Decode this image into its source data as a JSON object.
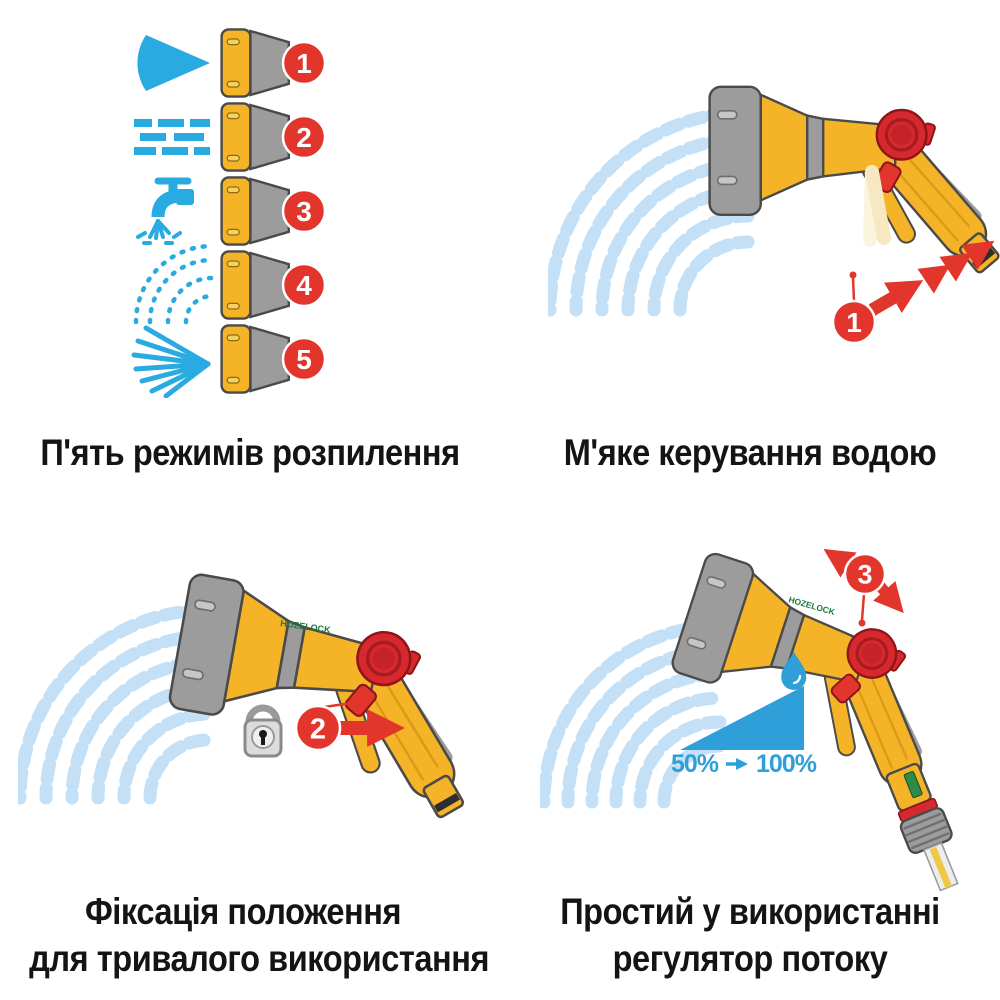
{
  "colors": {
    "product_yellow": "#F5B327",
    "product_gray": "#9C9C9C",
    "accent_red": "#E2352B",
    "icon_blue": "#29ABE2",
    "water_blue": "#C3E0F6",
    "flow_blue": "#2E9FD8",
    "caption_text": "#141414",
    "brand_green": "#1E7A3C"
  },
  "brand_label": "HOZELOCK",
  "quadrants": {
    "spray_modes": {
      "caption": "П'ять режимів розпилення",
      "modes": [
        {
          "number": "1",
          "icon": "jet-spray-icon"
        },
        {
          "number": "2",
          "icon": "flat-spray-icon"
        },
        {
          "number": "3",
          "icon": "tap-fill-icon"
        },
        {
          "number": "4",
          "icon": "mist-spray-icon"
        },
        {
          "number": "5",
          "icon": "fan-spray-icon"
        }
      ]
    },
    "soft_water_control": {
      "caption": "М'яке керування водою",
      "step_badge": "1"
    },
    "position_lock": {
      "caption_line1": "Фіксація положення",
      "caption_line2": "для тривалого використання",
      "step_badge": "2"
    },
    "flow_regulator": {
      "caption_line1": "Простий у використанні",
      "caption_line2": "регулятор потоку",
      "step_badge": "3",
      "flow_min": "50%",
      "flow_max": "100%"
    }
  }
}
